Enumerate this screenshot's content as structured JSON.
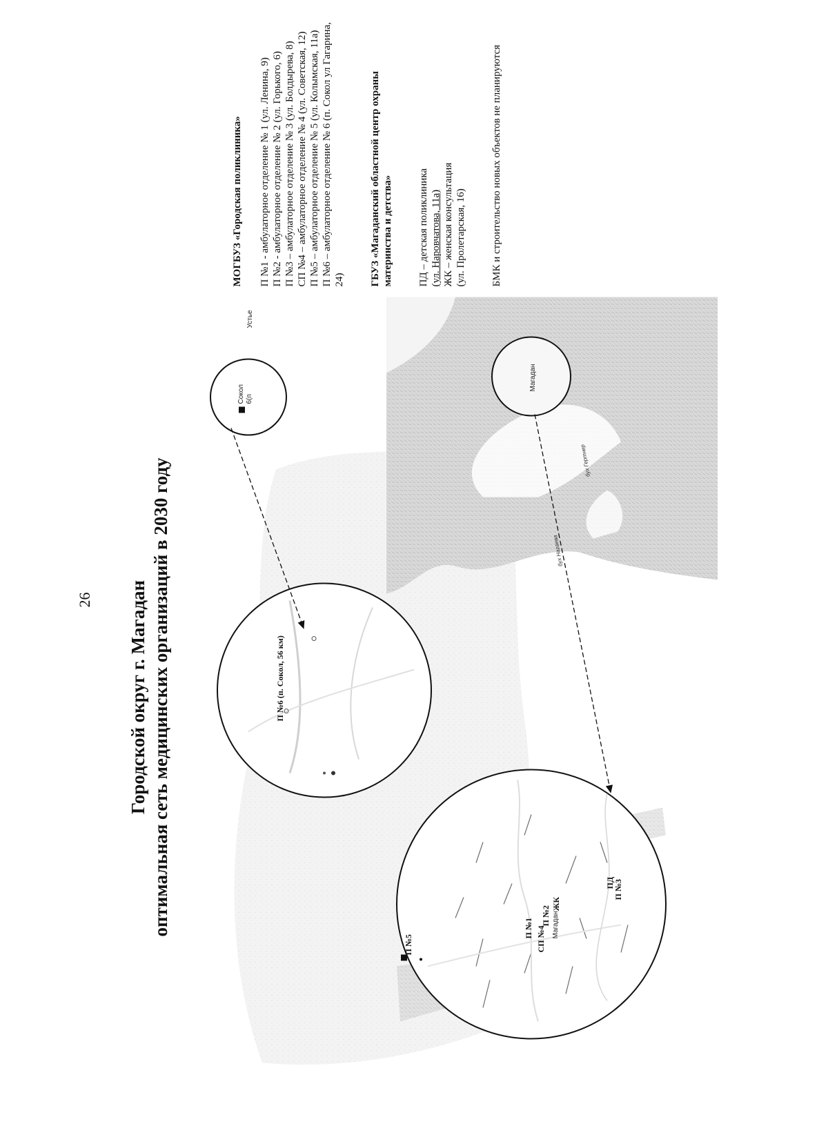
{
  "page_number": "26",
  "title": {
    "line1": "Городской округ г. Магадан",
    "line2": "оптимальная сеть медицинских организаций в 2030 году"
  },
  "map": {
    "labels": {
      "sokol_inset": "П №6 (п. Сокол, 56 км)",
      "sokol_small_1": "Сокол",
      "sokol_small_2": "6(п",
      "ustye": "Устье",
      "magadan_small": "Магадан",
      "bay_nagaeva": "бух Нагаева",
      "bay_gertner": "бух Гертнер",
      "p1": "П №1",
      "p2": "П №2",
      "sp4": "СП №4",
      "magadan_city": "Магадан",
      "zhk": "ЖК",
      "pd": "ПД",
      "p3": "П №3",
      "p5": "П №5"
    }
  },
  "legend": {
    "org1_header": "МОГБУЗ «Городская поликлиника»",
    "items1": [
      "П №1 - амбулаторное отделение № 1 (ул. Ленина, 9)",
      "П №2 - амбулаторное отделение № 2 (ул. Горького, 6)",
      "П №3 – амбулаторное отделение № 3 (ул. Болдырева, 8)",
      "СП №4 – амбулаторное отделение № 4 (ул. Советская, 12)",
      "П №5 – амбулаторное отделение № 5 (ул. Колымская, 11а)",
      "П №6 – амбулаторное отделение № 6 (п. Сокол ул Гагарина, 24)"
    ],
    "org2_header": "ГБУЗ «Магаданский областной центр охраны материнства и детства»",
    "items2": [
      "ПД – детская поликлиника",
      "(ул. Наровчатова, 11а)",
      "ЖК – женская консультация",
      "(ул. Пролетарская, 16)"
    ],
    "note": "БМК и строительство новых объектов не планируются"
  },
  "colors": {
    "ink": "#111111",
    "map_gray": "#cfcfcf",
    "map_light": "#e8e8e8"
  }
}
